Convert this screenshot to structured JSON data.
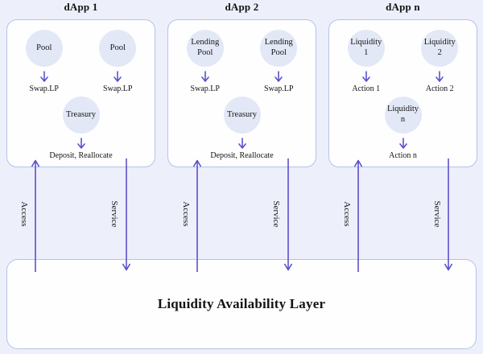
{
  "colors": {
    "background": "#edf0fa",
    "panel_fill": "#fefeff",
    "panel_border": "#b6c2e6",
    "circle_fill": "#e3e8f7",
    "arrow_accent": "#5b51cc",
    "text": "#141414"
  },
  "dapps": [
    {
      "title": "dApp 1",
      "nodes": [
        {
          "circle": "Pool",
          "label": "Swap.LP"
        },
        {
          "circle": "Pool",
          "label": "Swap.LP"
        }
      ],
      "center": {
        "circle": "Treasury",
        "label": "Deposit, Reallocate"
      },
      "access_label": "Access",
      "service_label": "Service"
    },
    {
      "title": "dApp 2",
      "nodes": [
        {
          "circle": "Lending Pool",
          "label": "Swap.LP"
        },
        {
          "circle": "Lending Pool",
          "label": "Swap.LP"
        }
      ],
      "center": {
        "circle": "Treasury",
        "label": "Deposit, Reallocate"
      },
      "access_label": "Access",
      "service_label": "Service"
    },
    {
      "title": "dApp n",
      "nodes": [
        {
          "circle": "Liquidity 1",
          "label": "Action 1"
        },
        {
          "circle": "Liquidity 2",
          "label": "Action 2"
        }
      ],
      "center": {
        "circle": "Liquidity n",
        "label": "Action n"
      },
      "access_label": "Access",
      "service_label": "Service"
    }
  ],
  "bottom": {
    "label": "Liquidity Availability Layer"
  }
}
